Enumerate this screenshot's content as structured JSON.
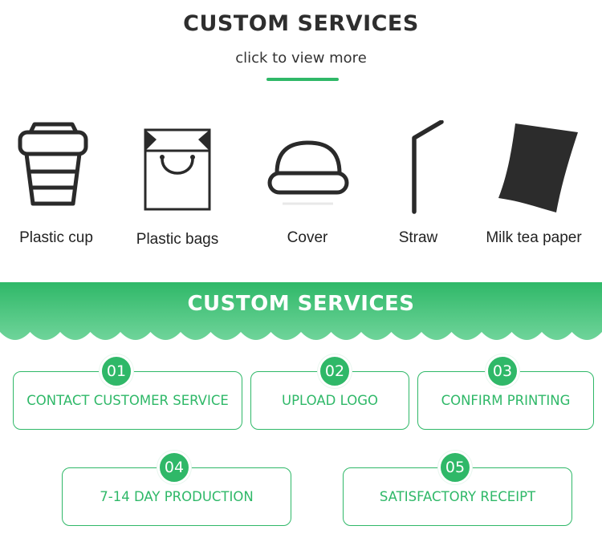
{
  "header": {
    "title": "CUSTOM SERVICES",
    "subtitle": "click to view more"
  },
  "colors": {
    "accent_green": "#2fb868",
    "band_green_dark": "#2fb868",
    "band_green_light": "#6fd49a",
    "title_text": "#2e2e2e"
  },
  "products": [
    {
      "label": "Plastic cup",
      "icon": "plastic-cup-icon"
    },
    {
      "label": "Plastic bags",
      "icon": "shopping-bag-icon"
    },
    {
      "label": "Cover",
      "icon": "lid-cover-icon"
    },
    {
      "label": "Straw",
      "icon": "straw-icon"
    },
    {
      "label": "Milk tea paper",
      "icon": "paper-sheet-icon"
    }
  ],
  "band": {
    "title": "CUSTOM SERVICES"
  },
  "steps": [
    {
      "number": "01",
      "label": "CONTACT CUSTOMER SERVICE"
    },
    {
      "number": "02",
      "label": "UPLOAD LOGO"
    },
    {
      "number": "03",
      "label": "CONFIRM PRINTING"
    },
    {
      "number": "04",
      "label": "7-14 DAY PRODUCTION"
    },
    {
      "number": "05",
      "label": "SATISFACTORY RECEIPT"
    }
  ]
}
